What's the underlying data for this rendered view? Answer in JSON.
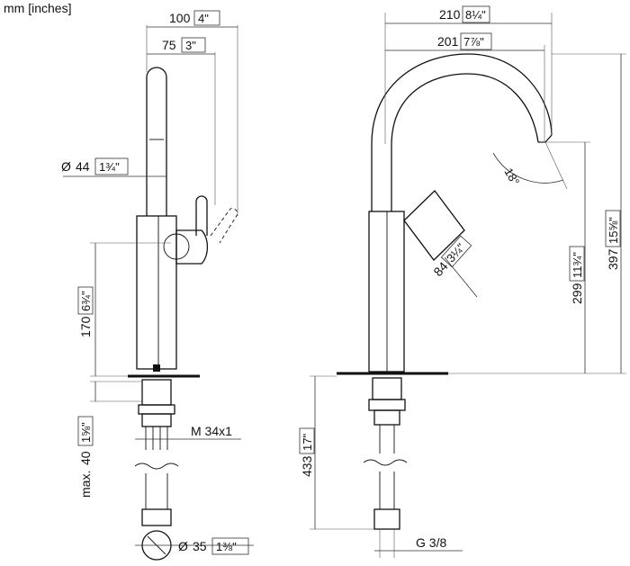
{
  "units_note": "mm [inches]",
  "side_view": {
    "width_top": {
      "mm": "100",
      "in": "4\""
    },
    "width_mid": {
      "mm": "75",
      "in": "3\""
    },
    "diameter_spout": {
      "prefix": "Ø",
      "mm": "44",
      "in": "1¾\""
    },
    "height_body": {
      "mm": "170",
      "in": "6¾\""
    },
    "thread": "M 34x1",
    "mount_max": {
      "prefix": "max.",
      "mm": "40",
      "in": "1⅝\""
    },
    "diameter_base": {
      "prefix": "Ø",
      "mm": "35",
      "in": "1⅜\""
    }
  },
  "front_view": {
    "width_total": {
      "mm": "210",
      "in": "8¼\""
    },
    "width_reach": {
      "mm": "201",
      "in": "7⅞\""
    },
    "angle": "18°",
    "lever": {
      "mm": "84",
      "in": "3¼\""
    },
    "height_spout": {
      "mm": "299",
      "in": "11¾\""
    },
    "height_total": {
      "mm": "397",
      "in": "15⅝\""
    },
    "hose_length": {
      "mm": "433",
      "in": "17\""
    },
    "connection": "G 3/8"
  }
}
